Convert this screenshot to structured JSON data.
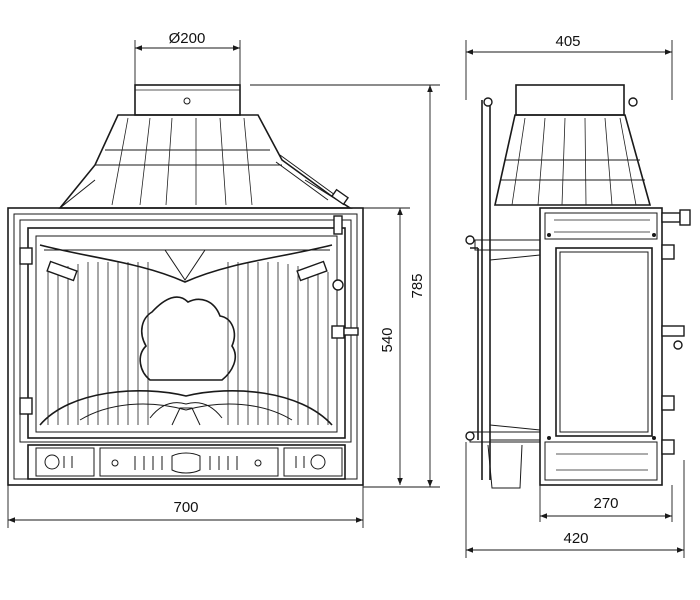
{
  "dimensions": {
    "flue_diameter": "Ø200",
    "front_width": "700",
    "total_height": "785",
    "front_height": "540",
    "side_top_depth": "405",
    "door_depth": "270",
    "side_bottom_depth": "420"
  },
  "colors": {
    "line": "#1a1a1a",
    "background": "#ffffff"
  }
}
